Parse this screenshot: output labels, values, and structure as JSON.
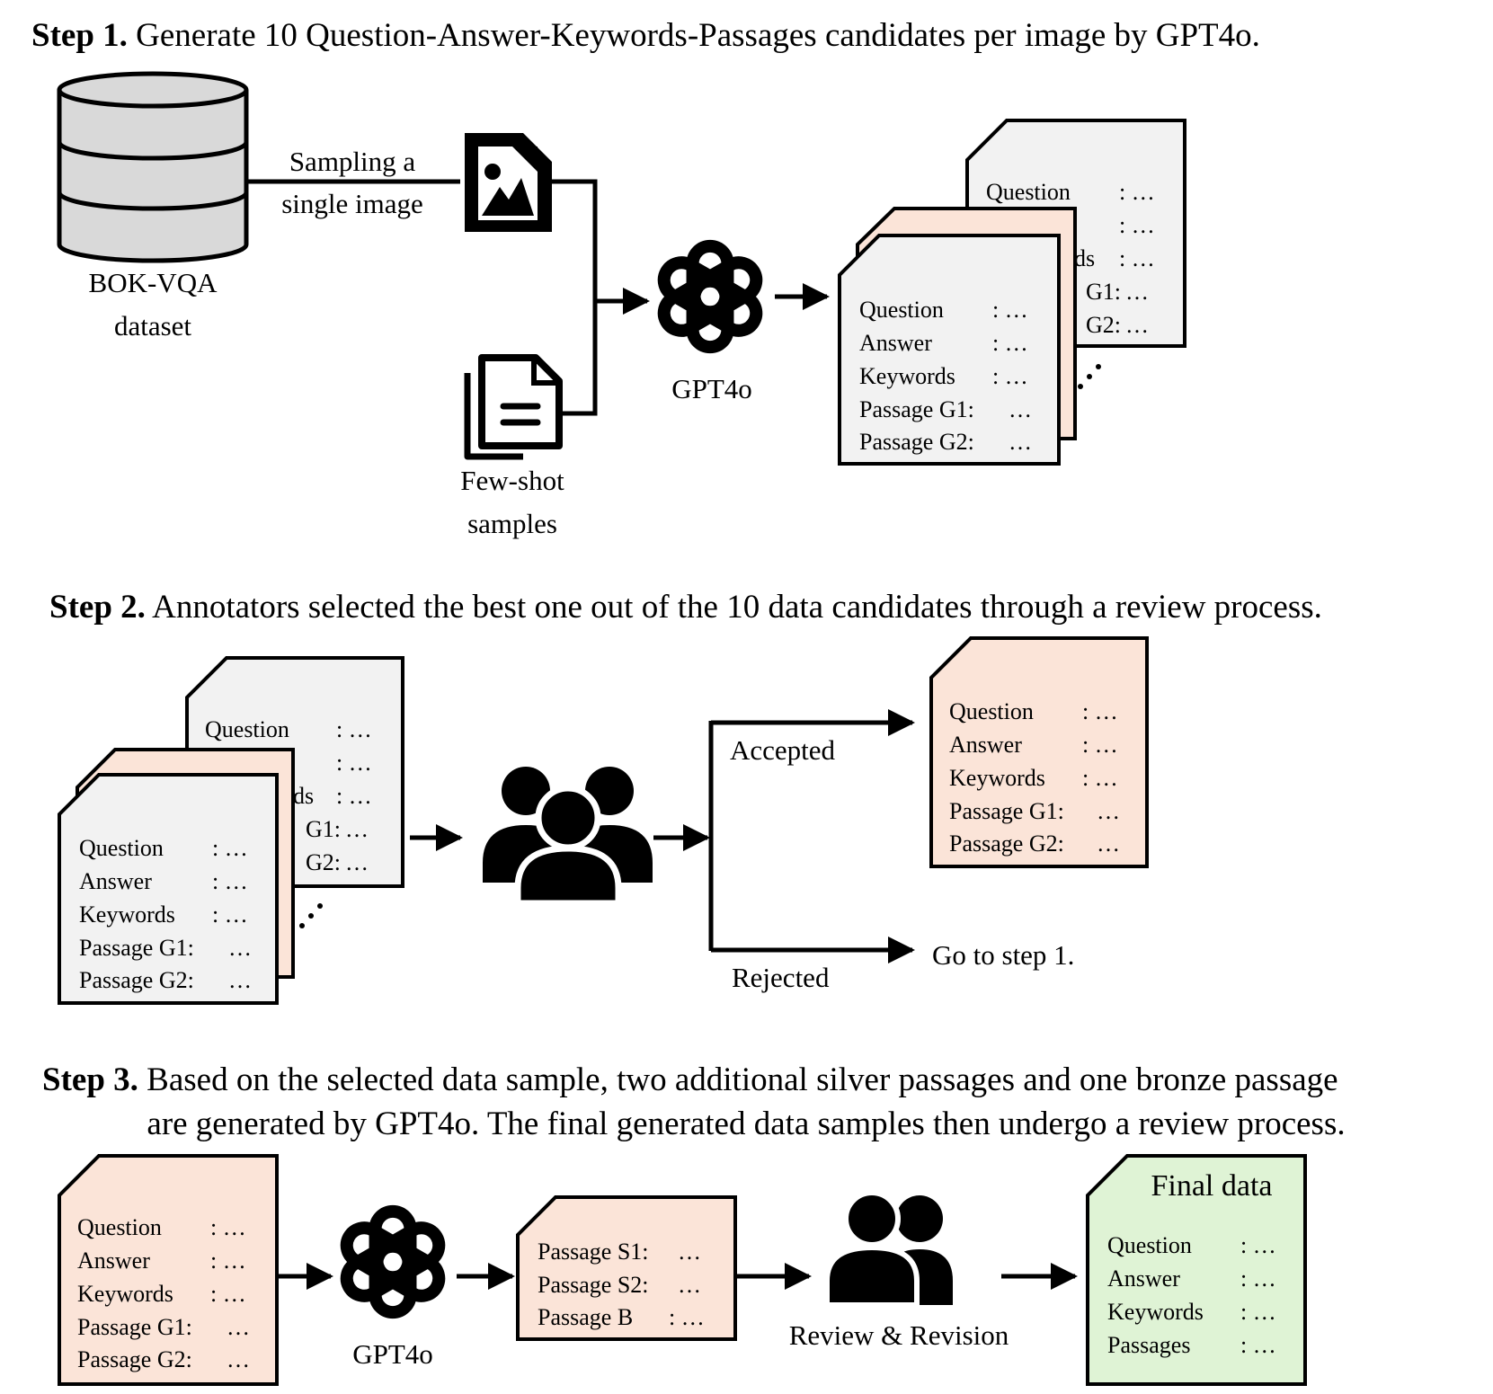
{
  "colors": {
    "card_gray": "#f2f2f2",
    "card_peach": "#fbe4d8",
    "card_green": "#dff3d5",
    "db_fill": "#d9d9d9",
    "ink": "#000000"
  },
  "step1": {
    "bold": "Step 1.",
    "text": " Generate 10 Question-Answer-Keywords-Passages candidates per image by GPT4o.",
    "sampling_line1": "Sampling a",
    "sampling_line2": "single image",
    "dataset_line1": "BOK-VQA",
    "dataset_line2": "dataset",
    "fewshot_line1": "Few-shot",
    "fewshot_line2": "samples",
    "model": "GPT4o",
    "back_card": {
      "rows": [
        {
          "k": "Question",
          "v": ": …"
        },
        {
          "k": "",
          "v": ": …"
        },
        {
          "k": "ds",
          "v": ": …"
        },
        {
          "k": "G1:",
          "v": "…"
        },
        {
          "k": "G2:",
          "v": "…"
        }
      ]
    },
    "front_card": {
      "rows": [
        {
          "k": "Question",
          "v": ": …"
        },
        {
          "k": "Answer",
          "v": ": …"
        },
        {
          "k": "Keywords",
          "v": ": …"
        },
        {
          "k": "Passage  G1:",
          "v": "…"
        },
        {
          "k": "Passage  G2:",
          "v": "…"
        }
      ]
    }
  },
  "step2": {
    "bold": "Step 2.",
    "text": "  Annotators selected the best one out of the 10 data candidates through a review process.",
    "accepted": "Accepted",
    "rejected": "Rejected",
    "goto": "Go to step 1.",
    "back_card": {
      "rows": [
        {
          "k": "Question",
          "v": ": …"
        },
        {
          "k": "",
          "v": ": …"
        },
        {
          "k": "ds",
          "v": ": …"
        },
        {
          "k": "G1:",
          "v": "…"
        },
        {
          "k": "G2:",
          "v": "…"
        }
      ]
    },
    "front_card": {
      "rows": [
        {
          "k": "Question",
          "v": ": …"
        },
        {
          "k": "Answer",
          "v": ": …"
        },
        {
          "k": "Keywords",
          "v": ": …"
        },
        {
          "k": "Passage  G1:",
          "v": "…"
        },
        {
          "k": "Passage  G2:",
          "v": "…"
        }
      ]
    },
    "accepted_card": {
      "rows": [
        {
          "k": "Question",
          "v": ": …"
        },
        {
          "k": "Answer",
          "v": ": …"
        },
        {
          "k": "Keywords",
          "v": ": …"
        },
        {
          "k": "Passage  G1:",
          "v": "…"
        },
        {
          "k": "Passage  G2:",
          "v": "…"
        }
      ]
    }
  },
  "step3": {
    "bold": "Step 3.",
    "text_line1": " Based on the selected data sample, two additional silver passages and one bronze passage",
    "text_line2": "are generated by GPT4o. The final generated data samples then undergo a review process.",
    "model": "GPT4o",
    "review": "Review & Revision",
    "final_title": "Final data",
    "input_card": {
      "rows": [
        {
          "k": "Question",
          "v": ": …"
        },
        {
          "k": "Answer",
          "v": ": …"
        },
        {
          "k": "Keywords",
          "v": ": …"
        },
        {
          "k": "Passage  G1:",
          "v": "…"
        },
        {
          "k": "Passage  G2:",
          "v": "…"
        }
      ]
    },
    "passage_card": {
      "rows": [
        {
          "k": "Passage  S1:",
          "v": "…"
        },
        {
          "k": "Passage  S2:",
          "v": "…"
        },
        {
          "k": "Passage  B",
          "v": ": …"
        }
      ]
    },
    "final_card": {
      "rows": [
        {
          "k": "Question",
          "v": ": …"
        },
        {
          "k": "Answer",
          "v": ": …"
        },
        {
          "k": "Keywords",
          "v": ": …"
        },
        {
          "k": "Passages",
          "v": ": …"
        }
      ]
    }
  }
}
